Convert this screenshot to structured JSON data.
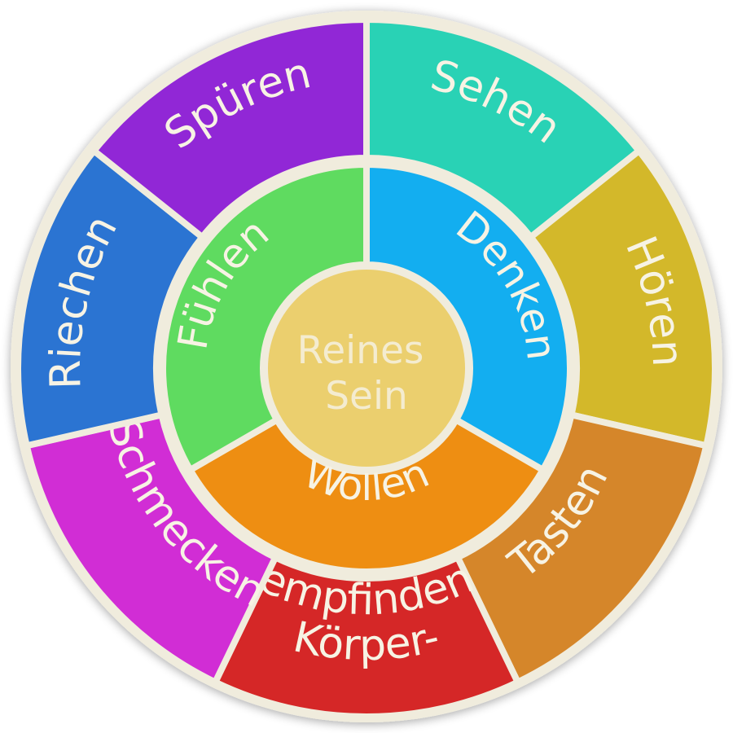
{
  "center": {
    "lines": [
      "Reines",
      "Sein"
    ],
    "color": "#ebcf6e"
  },
  "inner_ring": [
    {
      "label": "Denken",
      "color": "#13aef0"
    },
    {
      "label": "Wollen",
      "color": "#ee8e12"
    },
    {
      "label": "Fühlen",
      "color": "#5fdb60"
    }
  ],
  "outer_ring": [
    {
      "label": "Sehen",
      "color": "#29d2b5"
    },
    {
      "label": "Hören",
      "color": "#d3b82a"
    },
    {
      "label": "Tasten",
      "color": "#d5862a"
    },
    {
      "label": "Körper-\nempfinden",
      "color": "#d52727"
    },
    {
      "label": "Schmecken",
      "color": "#d12dd5"
    },
    {
      "label": "Riechen",
      "color": "#2b74d2"
    },
    {
      "label": "Spüren",
      "color": "#9127d6"
    }
  ],
  "ring_border_color": "#f0ecdd"
}
